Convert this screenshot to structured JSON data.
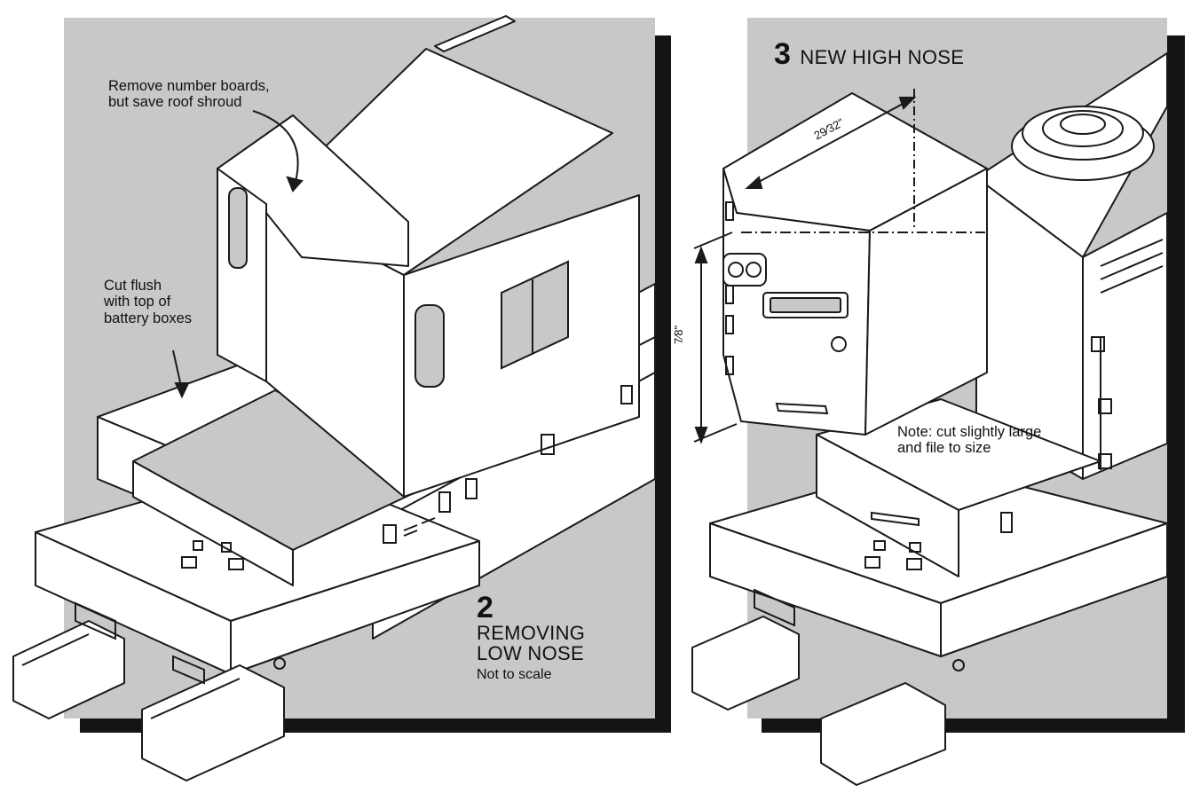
{
  "panel2": {
    "note_numberboards_line1": "Remove number boards,",
    "note_numberboards_line2": "but save roof shroud",
    "note_cut_line1": "Cut flush",
    "note_cut_line2": "with top of",
    "note_cut_line3": "battery boxes",
    "fig_number": "2",
    "fig_title_line1": "REMOVING",
    "fig_title_line2": "LOW NOSE",
    "fig_subtitle": "Not to scale"
  },
  "panel3": {
    "fig_number": "3",
    "fig_title": "NEW HIGH NOSE",
    "dim_width": "29⁄32\"",
    "dim_height": "7⁄8\"",
    "note_line1": "Note: cut slightly large",
    "note_line2": "and file to size"
  },
  "colors": {
    "panel_gray": "#c8c8c8",
    "line": "#1a1a1a",
    "shadow": "#141414",
    "paper": "#ffffff"
  }
}
